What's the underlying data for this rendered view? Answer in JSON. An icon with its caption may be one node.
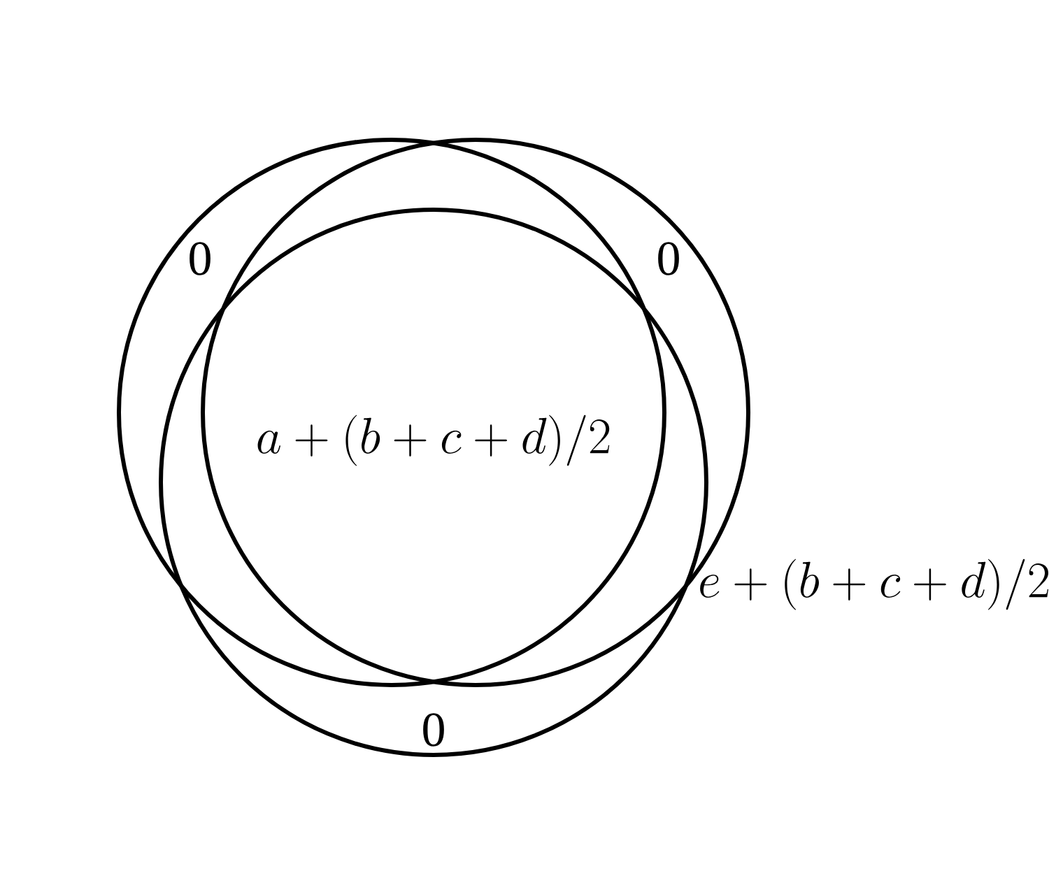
{
  "diagram": {
    "labels": [
      "0",
      "0",
      "a+(b+c+d)/2",
      "e+(b+c+d)/2",
      "0"
    ]
  }
}
